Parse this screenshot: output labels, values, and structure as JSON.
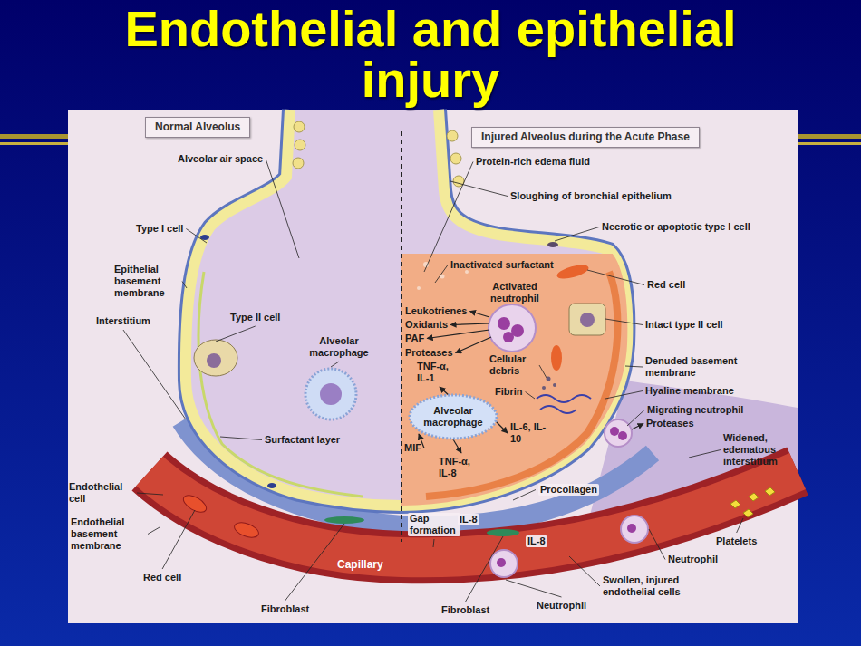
{
  "diagram": {
    "title": "Endothelial and epithelial injury",
    "nodes": [
      {
        "text": [
          "Normal Alveolus"
        ]
      },
      {
        "text": [
          "Injured Alveolus during the Acute Phase"
        ]
      },
      {
        "text": [
          "Alveolar macrophage"
        ]
      }
    ],
    "labels": [
      "Alveolar air space",
      "Type I cell",
      "Epithelial basement membrane",
      "Interstitium",
      "Type II cell",
      "Alveolar macrophage",
      "Surfactant layer",
      "Endothelial cell",
      "Endothelial basement membrane",
      "Red cell",
      "Capillary",
      "Fibroblast",
      "Protein-rich edema fluid",
      "Sloughing of bronchial epithelium",
      "Necrotic or apoptotic type I cell",
      "Inactivated surfactant",
      "Activated neutrophil",
      "Red cell",
      "Leukotrienes",
      "Oxidants",
      "PAF",
      "Proteases",
      "Intact type II cell",
      "Cellular debris",
      "TNF-α, IL-1",
      "Denuded basement membrane",
      "Hyaline membrane",
      "Fibrin",
      "IL-6, IL-10",
      "Migrating neutrophil",
      "Proteases",
      "Widened, edematous interstitium",
      "MIF",
      "TNF-α, IL-8",
      "Procollagen",
      "Gap formation",
      "IL-8",
      "IL-8",
      "Platelets",
      "Neutrophil",
      "Swollen, injured endothelial cells",
      "Fibroblast",
      "Neutrophil"
    ]
  }
}
